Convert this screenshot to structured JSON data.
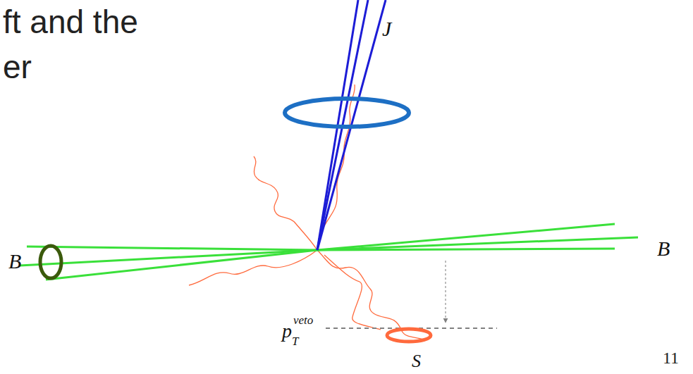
{
  "diagram": {
    "labels": [
      "ft and the",
      "er",
      "J",
      "B",
      "B",
      "p",
      "T",
      "veto",
      "S",
      "11"
    ]
  }
}
